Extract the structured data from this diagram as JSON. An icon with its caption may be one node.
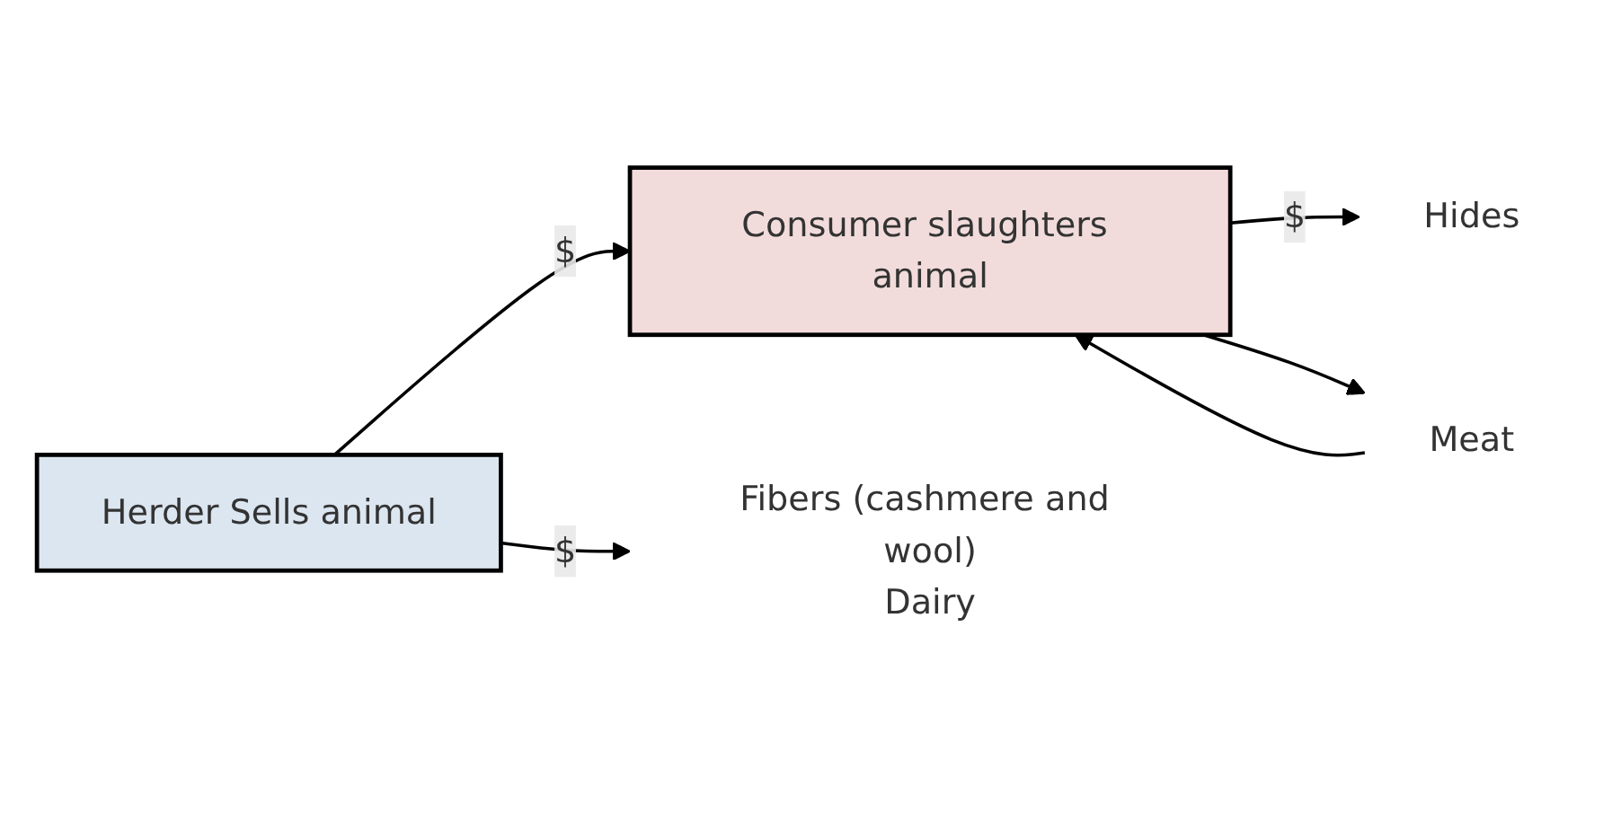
{
  "diagram": {
    "nodes": [
      {
        "text": [
          "Herder Sells animal"
        ]
      },
      {
        "text": [
          "Consumer slaughters animal"
        ]
      },
      {
        "text": [
          "Hides"
        ]
      },
      {
        "text": [
          "Meat"
        ]
      },
      {
        "text": [
          "Fibers (cashmere and wool)",
          "Dairy"
        ]
      }
    ],
    "edges": [
      {
        "from": 0,
        "to": 1,
        "arrow": "to",
        "label": "$"
      },
      {
        "from": 1,
        "to": 2,
        "arrow": "to",
        "label": "$"
      },
      {
        "from": 1,
        "to": 3,
        "arrow": "to"
      },
      {
        "from": 3,
        "to": 1,
        "arrow": "to"
      },
      {
        "from": 0,
        "to": 4,
        "arrow": "to",
        "label": "$"
      }
    ]
  }
}
